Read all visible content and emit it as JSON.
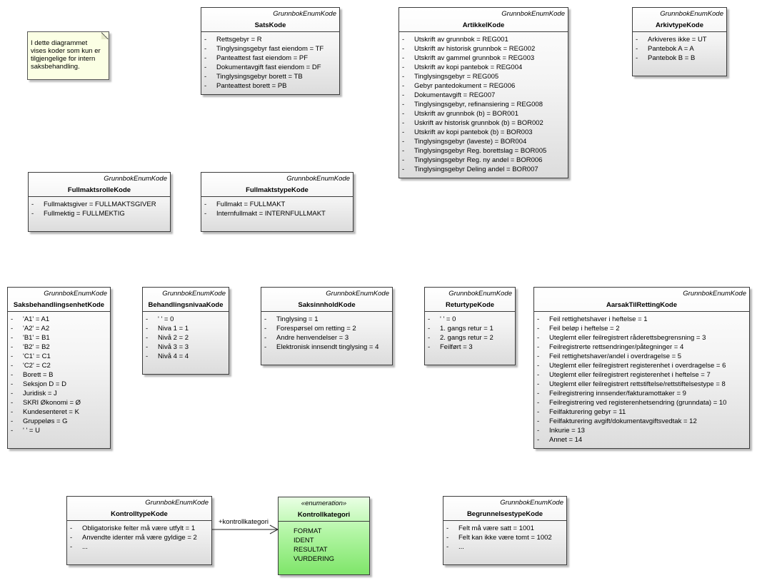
{
  "note": {
    "text": "I dette diagrammet vises koder som kun er tilgjengelige for intern saksbehandling."
  },
  "classes": {
    "sats": {
      "stereotype": "GrunnbokEnumKode",
      "name": "SatsKode",
      "items": [
        "Rettsgebyr = R",
        "Tinglysingsgebyr fast eiendom = TF",
        "Panteattest fast eiendom = PF",
        "Dokumentavgift fast eiendom = DF",
        "Tinglysingsgebyr borett = TB",
        "Panteattest borett = PB"
      ]
    },
    "artikkel": {
      "stereotype": "GrunnbokEnumKode",
      "name": "ArtikkelKode",
      "items": [
        "Utskrift av grunnbok = REG001",
        "Utskrift av historisk grunnbok = REG002",
        "Utskrift av gammel grunnbok = REG003",
        "Utskrift av kopi pantebok = REG004",
        "Tinglysingsgebyr = REG005",
        "Gebyr pantedokument = REG006",
        "Dokumentavgift = REG007",
        "Tinglysingsgebyr, refinansiering = REG008",
        "Utskrift av grunnbok (b) = BOR001",
        "Uskrift av historisk grunnbok (b) = BOR002",
        "Utskrift av kopi pantebok (b) = BOR003",
        "Tinglysingsgebyr (laveste) = BOR004",
        "Tinglysingsgebyr Reg. borettslag = BOR005",
        "Tinglysingsgebyr Reg. ny andel = BOR006",
        "Tinglysingsgebyr Deling andel = BOR007"
      ]
    },
    "arkivtype": {
      "stereotype": "GrunnbokEnumKode",
      "name": "ArkivtypeKode",
      "items": [
        "Arkiveres ikke = UT",
        "Pantebok A = A",
        "Pantebok B = B"
      ]
    },
    "fullmaktsrolle": {
      "stereotype": "GrunnbokEnumKode",
      "name": "FullmaktsrolleKode",
      "items": [
        "Fullmaktsgiver = FULLMAKTSGIVER",
        "Fullmektig = FULLMEKTIG"
      ]
    },
    "fullmaktstype": {
      "stereotype": "GrunnbokEnumKode",
      "name": "FullmaktstypeKode",
      "items": [
        "Fullmakt = FULLMAKT",
        "Internfullmakt = INTERNFULLMAKT"
      ]
    },
    "saksbehandlingsenhet": {
      "stereotype": "GrunnbokEnumKode",
      "name": "SaksbehandlingsenhetKode",
      "items": [
        "'A1' = A1",
        "'A2' = A2",
        "'B1' = B1",
        "'B2' = B2",
        "'C1' = C1",
        "'C2' = C2",
        "Borett = B",
        "Seksjon D = D",
        "Juridisk = J",
        "SKRI Økonomi = Ø",
        "Kundesenteret = K",
        "Gruppeløs = G",
        "' ' = U"
      ]
    },
    "behandlingsnivaa": {
      "stereotype": "GrunnbokEnumKode",
      "name": "BehandlingsnivaaKode",
      "items": [
        "' ' = 0",
        "Niva 1 = 1",
        "Nivå 2 = 2",
        "Nivå 3 = 3",
        "Nivå 4 = 4"
      ]
    },
    "saksinnhold": {
      "stereotype": "GrunnbokEnumKode",
      "name": "SaksinnholdKode",
      "items": [
        "Tinglysing = 1",
        "Forespørsel om retting = 2",
        "Andre henvendelser = 3",
        "Elektronisk innsendt tinglysing = 4"
      ]
    },
    "returtype": {
      "stereotype": "GrunnbokEnumKode",
      "name": "ReturtypeKode",
      "items": [
        "' ' = 0",
        "1. gangs retur = 1",
        "2. gangs retur = 2",
        "Feilført = 3"
      ]
    },
    "aarsak": {
      "stereotype": "GrunnbokEnumKode",
      "name": "AarsakTilRettingKode",
      "items": [
        "Feil rettighetshaver i heftelse = 1",
        "Feil beløp i heftelse = 2",
        "Uteglemt eller feilregistrert råderettsbegrensning = 3",
        "Feilregistrerte rettsendringer/påtegninger = 4",
        "Feil rettighetshaver/andel i overdragelse = 5",
        "Uteglemt eller feilregistrert registerenhet i overdragelse = 6",
        "Uteglemt eller feilregistrert registerenhet i heftelse = 7",
        "Uteglemt eller feilregistrert rettstiftelse/rettstiftelsestype = 8",
        "Feilregistrering innsender/fakturamottaker = 9",
        "Feilregistrering ved registerenhetsendring (grunndata) = 10",
        "Feilfakturering gebyr = 11",
        "Feilfakturering avgift/dokumentavgiftsvedtak = 12",
        "Inkurie = 13",
        "Annet = 14"
      ]
    },
    "kontrolltype": {
      "stereotype": "GrunnbokEnumKode",
      "name": "KontrolltypeKode",
      "items": [
        "Obligatoriske felter må være utfylt = 1",
        "Anvendte identer må være gyldige = 2",
        "..."
      ]
    },
    "kontrollkategori": {
      "stereotype": "«enumeration»",
      "name": "Kontrollkategori",
      "items": [
        "FORMAT",
        "IDENT",
        "RESULTAT",
        "VURDERING"
      ]
    },
    "begrunnelsestype": {
      "stereotype": "GrunnbokEnumKode",
      "name": "BegrunnelsestypeKode",
      "items": [
        "Felt må være satt = 1001",
        "Felt kan ikke være tomt = 1002",
        "..."
      ]
    }
  },
  "association": {
    "label": "+kontrollkategori"
  }
}
